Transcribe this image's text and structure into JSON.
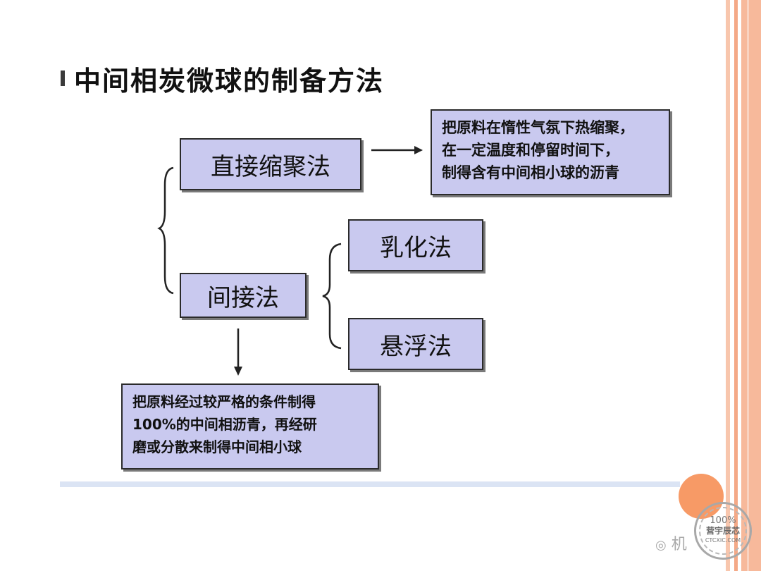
{
  "title": "中间相炭微球的制备方法",
  "nodes": {
    "direct": "直接缩聚法",
    "direct_note": "把原料在惰性气氛下热缩聚，\n在一定温度和停留时间下，\n制得含有中间相小球的沥青",
    "indirect": "间接法",
    "emulsion": "乳化法",
    "suspension": "悬浮法",
    "indirect_note": "把原料经过较严格的条件制得\n100%的中间相沥青，再经研\n磨或分散来制得中间相小球"
  },
  "watermark": {
    "text": "机",
    "stamp_top": "100%",
    "stamp_middle": "营宇辰芯",
    "stamp_bottom": "CTCXIC.COM"
  },
  "colors": {
    "box_fill": "#c9c9ef",
    "border": "#2b2b2b",
    "accent_stripe": "#f4b08c"
  }
}
